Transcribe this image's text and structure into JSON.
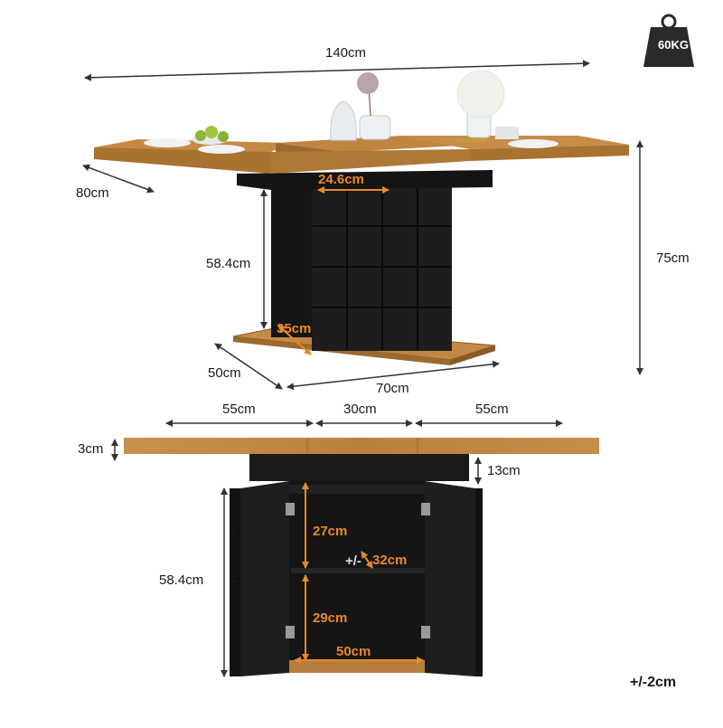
{
  "weight": {
    "label": "60KG"
  },
  "top_view": {
    "width_label": "140cm",
    "depth_label": "80cm",
    "height_label": "75cm",
    "pedestal_height_label": "58.4cm",
    "pedestal_top_label": "24.6cm",
    "pedestal_depth_label": "35cm",
    "base_depth_label": "50cm",
    "base_width_label": "70cm"
  },
  "front_view": {
    "left_leaf_label": "55cm",
    "center_leaf_label": "30cm",
    "right_leaf_label": "55cm",
    "top_thickness_label": "3cm",
    "apron_height_label": "13cm",
    "cabinet_height_label": "58.4cm",
    "upper_shelf_label": "27cm",
    "lower_shelf_label": "29cm",
    "inner_depth_prefix": "+/-",
    "inner_depth_label": "32cm",
    "inner_width_label": "50cm"
  },
  "tolerance": "+/-2cm",
  "colors": {
    "wood": "#c48a45",
    "wood_dark": "#9c6a30",
    "black": "#1b1b1b",
    "accent": "#e8892a",
    "line": "#333333"
  }
}
